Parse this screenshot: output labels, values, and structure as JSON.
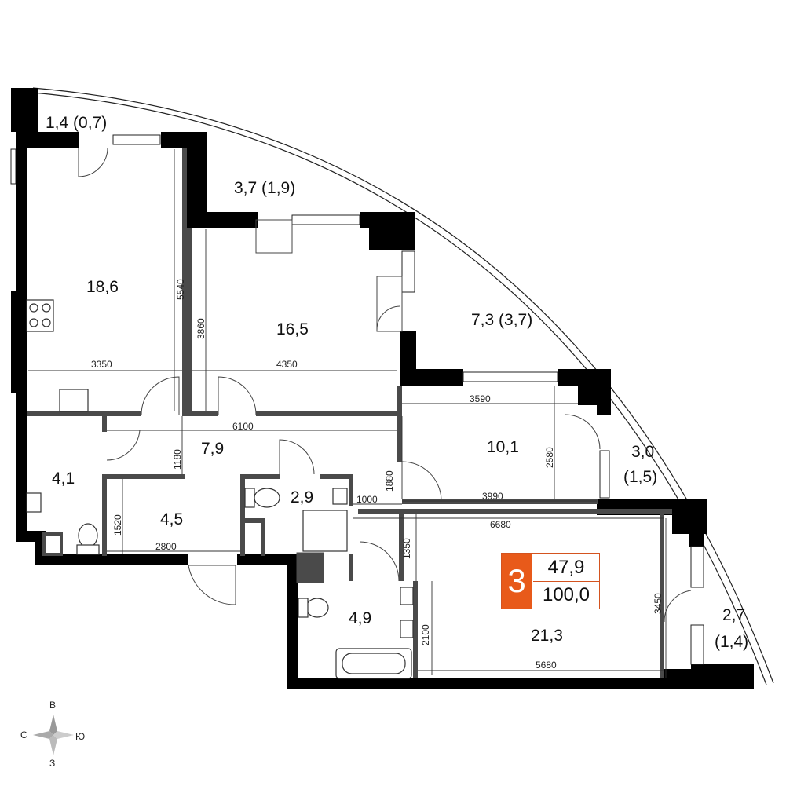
{
  "rooms": [
    {
      "id": "balcony-top-left",
      "label": "1,4 (0,7)"
    },
    {
      "id": "balcony-top",
      "label": "3,7 (1,9)"
    },
    {
      "id": "balcony-right-upper",
      "label": "7,3 (3,7)"
    },
    {
      "id": "balcony-right-mid-area",
      "label": "3,0"
    },
    {
      "id": "balcony-right-mid-sub",
      "label": "(1,5)"
    },
    {
      "id": "balcony-right-low-area",
      "label": "2,7"
    },
    {
      "id": "balcony-right-low-sub",
      "label": "(1,4)"
    },
    {
      "id": "kitchen",
      "label": "18,6"
    },
    {
      "id": "room-1",
      "label": "16,5"
    },
    {
      "id": "room-2",
      "label": "10,1"
    },
    {
      "id": "hall",
      "label": "7,9"
    },
    {
      "id": "storage",
      "label": "4,1"
    },
    {
      "id": "entrance",
      "label": "4,5"
    },
    {
      "id": "wc",
      "label": "2,9"
    },
    {
      "id": "bathroom",
      "label": "4,9"
    },
    {
      "id": "room-3",
      "label": "21,3"
    }
  ],
  "dimensions": {
    "d5540": "5540",
    "d3350": "3350",
    "d3860": "3860",
    "d4350": "4350",
    "d6100": "6100",
    "d1180": "1180",
    "d1880": "1880",
    "d3590": "3590",
    "d2580": "2580",
    "d3990": "3990",
    "d1000": "1000",
    "d6680": "6680",
    "d1520": "1520",
    "d2800": "2800",
    "d1350": "1350",
    "d3450": "3450",
    "d2100": "2100",
    "d5680": "5680"
  },
  "badge": {
    "rooms_count": "3",
    "living_area": "47,9",
    "total_area": "100,0"
  },
  "compass": {
    "north": "С",
    "east": "В",
    "south": "Ю",
    "west": "З"
  },
  "colors": {
    "accent": "#e85a1a",
    "wall": "#000000"
  }
}
